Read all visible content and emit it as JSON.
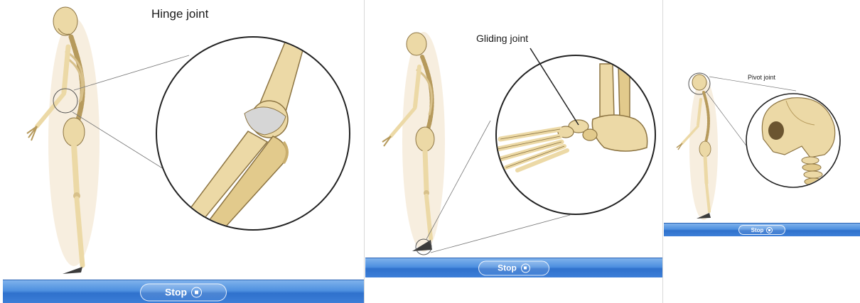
{
  "panels": [
    {
      "title": "Hinge joint",
      "stop_label": "Stop",
      "stop_icon": "stop-icon"
    },
    {
      "title": "Gliding joint",
      "stop_label": "Stop",
      "stop_icon": "stop-icon"
    },
    {
      "title": "Pivot joint",
      "stop_label": "Stop",
      "stop_icon": "stop-icon"
    }
  ],
  "colors": {
    "bone": "#ecd9a6",
    "bone_shade": "#c9ae6e",
    "outline": "#3a3a3a",
    "cartilage": "#d6d6d6",
    "bar_blue": "#3f80d8"
  }
}
